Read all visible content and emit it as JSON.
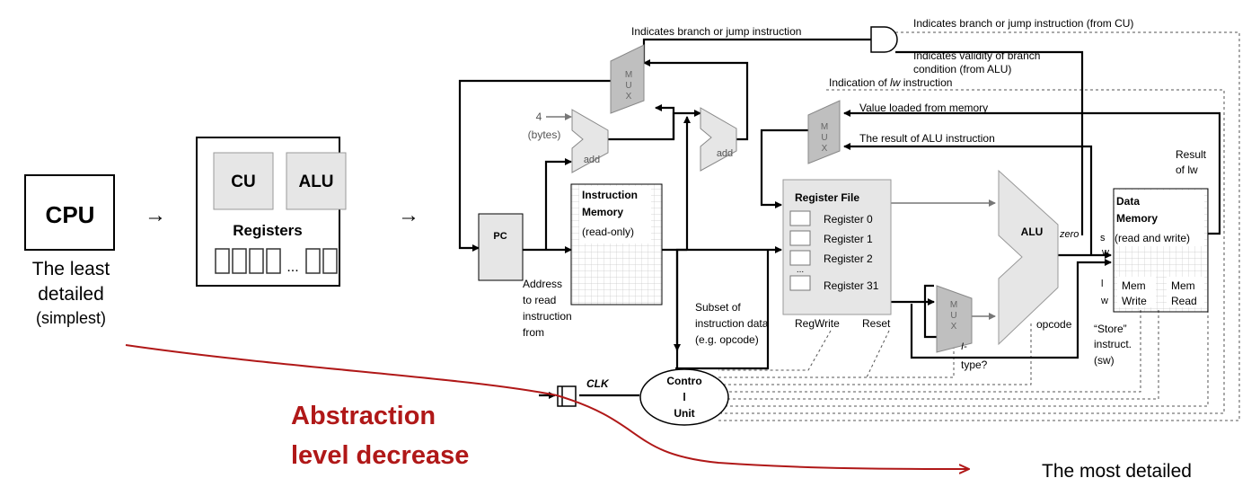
{
  "stage1": {
    "cpu": "CPU",
    "caption": [
      "The least",
      "detailed",
      "(simplest)"
    ]
  },
  "stage2": {
    "cu": "CU",
    "alu": "ALU",
    "registers": "Registers",
    "ellipsis": "..."
  },
  "arrows": {
    "glyph": "→"
  },
  "datapath": {
    "pc": "PC",
    "imem_title": [
      "Instruction",
      "Memory"
    ],
    "imem_sub": "(read-only)",
    "add": "add",
    "four": "4",
    "bytes": "(bytes)",
    "mux": [
      "M",
      "U",
      "X"
    ],
    "address_label": [
      "Address",
      "to read",
      "instruction",
      "from"
    ],
    "subset_label": [
      "Subset of",
      "instruction data",
      "(e.g. opcode)"
    ],
    "regfile_title": "Register File",
    "registers": [
      "Register 0",
      "Register 1",
      "Register 2",
      "...",
      "Register 31"
    ],
    "regwrite": "RegWrite",
    "reset": "Reset",
    "alu": "ALU",
    "zero": "zero",
    "opcode": "opcode",
    "itype": [
      "I-",
      "type?"
    ],
    "dmem_title": [
      "Data",
      "Memory"
    ],
    "dmem_sub": "(read and write)",
    "mem_write": [
      "Mem",
      "Write"
    ],
    "mem_read": [
      "Mem",
      "Read"
    ],
    "sw_lw": [
      "s",
      "w",
      "l",
      "w"
    ],
    "store": [
      "“Store”",
      "instruct.",
      "(sw)"
    ],
    "result_lw": [
      "Result",
      "of lw"
    ],
    "branch_jump": "Indicates branch or jump instruction",
    "branch_jump_cu": "Indicates branch or jump instruction (from CU)",
    "validity": [
      "Indicates validity of branch",
      "condition (from ALU)"
    ],
    "lw_indication_prefix": "Indication of ",
    "lw_indication_italic": "lw",
    "lw_indication_suffix": " instruction",
    "value_loaded": "Value loaded from memory",
    "alu_result": "The result of ALU instruction",
    "clk": "CLK",
    "control_unit": [
      "Contro",
      "l",
      "Unit"
    ]
  },
  "abstraction": [
    "Abstraction",
    "level decrease"
  ],
  "most_detailed": "The most detailed",
  "colors": {
    "accent": "#b01818",
    "gray_block": "#e6e6e6",
    "mux_gray": "#bfbfbf"
  }
}
